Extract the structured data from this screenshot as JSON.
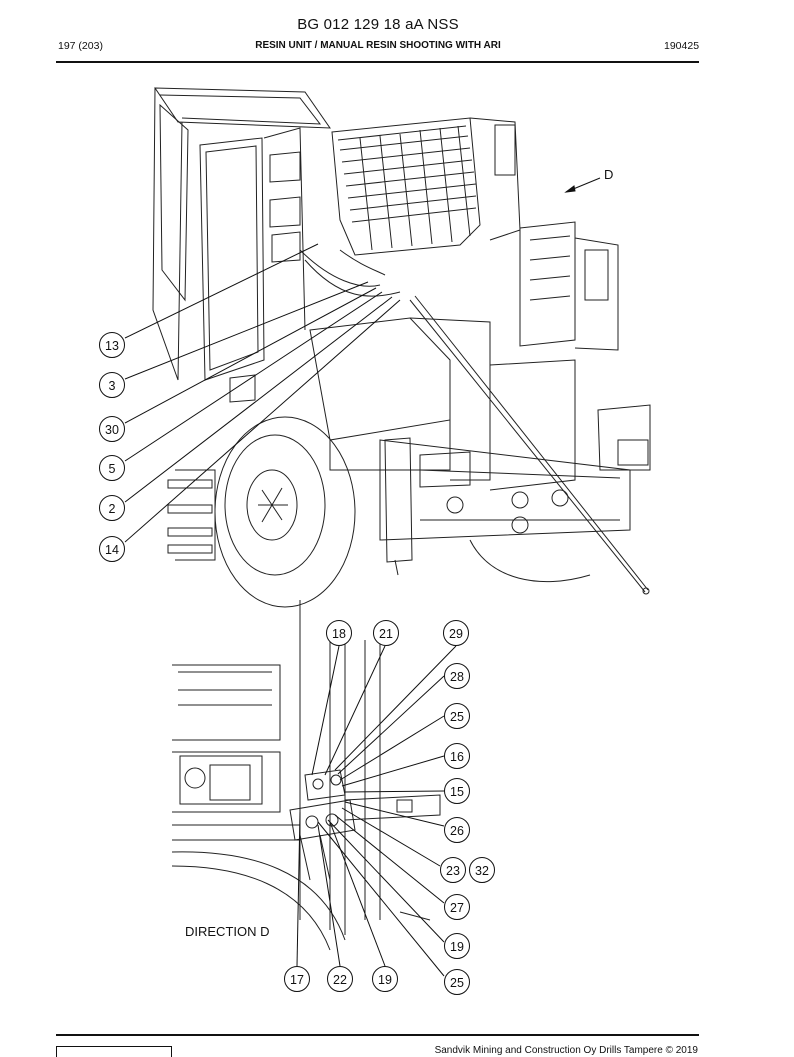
{
  "document": {
    "title": "BG 012 129 18 aA NSS",
    "page": "197 (203)",
    "section": "RESIN UNIT / MANUAL RESIN SHOOTING WITH ARI",
    "date_code": "190425",
    "footer": "Sandvik Mining and Construction Oy Drills Tampere © 2019"
  },
  "figure_top": {
    "view_label": "D",
    "callouts": [
      "13",
      "3",
      "30",
      "5",
      "2",
      "14"
    ]
  },
  "figure_bottom": {
    "view_label": "DIRECTION D",
    "callouts_top": [
      "18",
      "21",
      "29"
    ],
    "callouts_right": [
      "28",
      "25",
      "16",
      "15",
      "26",
      "23",
      "32",
      "27",
      "19",
      "25"
    ],
    "callouts_bottom": [
      "17",
      "22",
      "19"
    ]
  }
}
